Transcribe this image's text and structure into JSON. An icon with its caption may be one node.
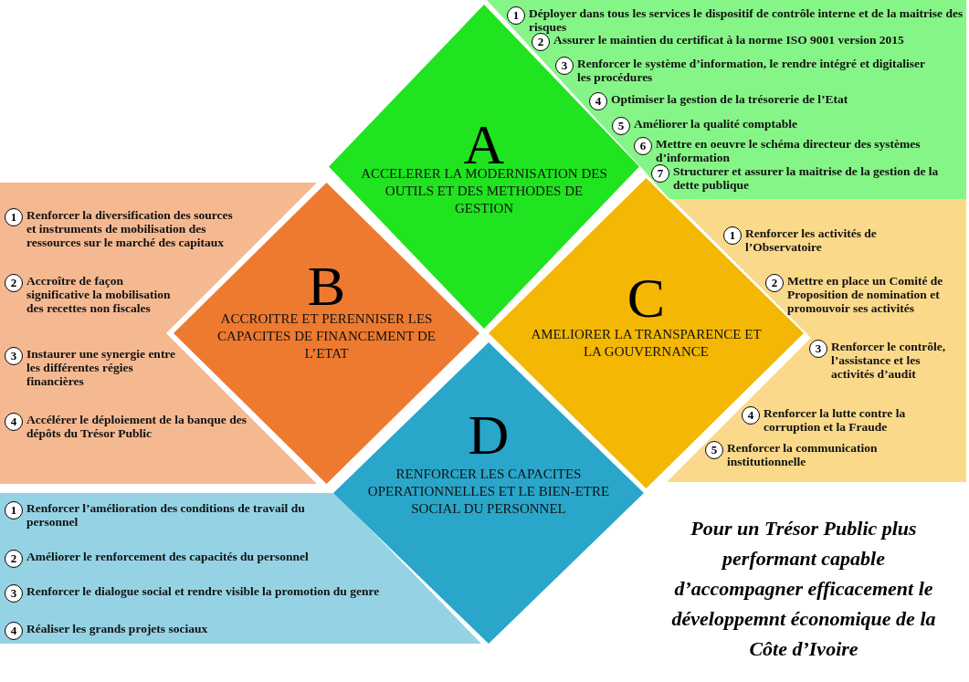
{
  "diagram": {
    "caption": "Pour un Trésor Public plus performant capable d’accompagner efficacement le développemnt économique de la Côte d’Ivoire",
    "nodes": [
      {
        "text": [
          "A",
          "ACCELERER LA MODERNISATION DES OUTILS ET DES METHODES DE GESTION"
        ]
      },
      {
        "text": [],
        "shape": "box"
      },
      {
        "text": [
          "1",
          "Déployer dans tous les services le dispositif de contrôle interne et de la maitrise des risques"
        ],
        "in": 1
      },
      {
        "text": [
          "2",
          "Assurer le maintien du certificat à la norme ISO 9001 version 2015"
        ],
        "in": 1
      },
      {
        "text": [
          "3",
          "Renforcer le système d’information, le rendre intégré et digitaliser les procédures"
        ],
        "in": 1
      },
      {
        "text": [
          "4",
          "Optimiser la gestion de la trésorerie de l’Etat"
        ],
        "in": 1
      },
      {
        "text": [
          "5",
          "Améliorer la qualité comptable"
        ],
        "in": 1
      },
      {
        "text": [
          "6",
          "Mettre en oeuvre le schéma directeur des systèmes d’information"
        ],
        "in": 1
      },
      {
        "text": [
          "7",
          "Structurer et assurer la maitrise de la gestion de la dette publique"
        ],
        "in": 1
      },
      {
        "text": [],
        "shape": "box"
      },
      {
        "text": [
          "B",
          "ACCROITRE ET PERENNISER LES CAPACITES DE FINANCEMENT DE L’ETAT"
        ]
      },
      {
        "text": [
          "1",
          "Renforcer la diversification des sources et instruments de mobilisation des ressources sur le marché des capitaux"
        ],
        "in": 9
      },
      {
        "text": [
          "2",
          "Accroître de façon significative la mobilisation des recettes non fiscales"
        ],
        "in": 9
      },
      {
        "text": [
          "3",
          "Instaurer une synergie entre les différentes régies financières"
        ],
        "in": 9
      },
      {
        "text": [
          "4",
          "Accélérer le déploiement de la banque des dépôts du Trésor Public"
        ],
        "in": 9
      },
      {
        "text": [
          "C",
          "AMELIORER LA TRANSPARENCE ET LA GOUVERNANCE"
        ]
      },
      {
        "text": [],
        "shape": "box"
      },
      {
        "text": [
          "1",
          "Renforcer les activités de l’Observatoire"
        ],
        "in": 16
      },
      {
        "text": [
          "2",
          "Mettre en place un Comité de Proposition de nomination et promouvoir ses activités"
        ],
        "in": 16
      },
      {
        "text": [
          "3",
          "Renforcer le contrôle, l’assistance et les activités d’audit"
        ],
        "in": 16
      },
      {
        "text": [
          "4",
          "Renforcer la lutte contre la corruption et la Fraude"
        ],
        "in": 16
      },
      {
        "text": [
          "5",
          "Renforcer la communication institutionnelle"
        ],
        "in": 16
      },
      {
        "text": [
          "D",
          "RENFORCER LES CAPACITES OPERATIONNELLES ET LE BIEN-ETRE SOCIAL DU PERSONNEL"
        ]
      },
      {
        "text": [],
        "shape": "box"
      },
      {
        "text": [
          "1",
          "Renforcer l’amélioration des conditions de travail du personnel"
        ],
        "in": 23
      },
      {
        "text": [
          "2",
          "Améliorer le renforcement des capacités du personnel"
        ],
        "in": 23
      },
      {
        "text": [
          "3",
          "Renforcer le dialogue social et rendre visible la promotion du genre"
        ],
        "in": 23
      },
      {
        "text": [
          "4",
          "Réaliser les grands projets sociaux"
        ],
        "in": 23
      }
    ]
  }
}
